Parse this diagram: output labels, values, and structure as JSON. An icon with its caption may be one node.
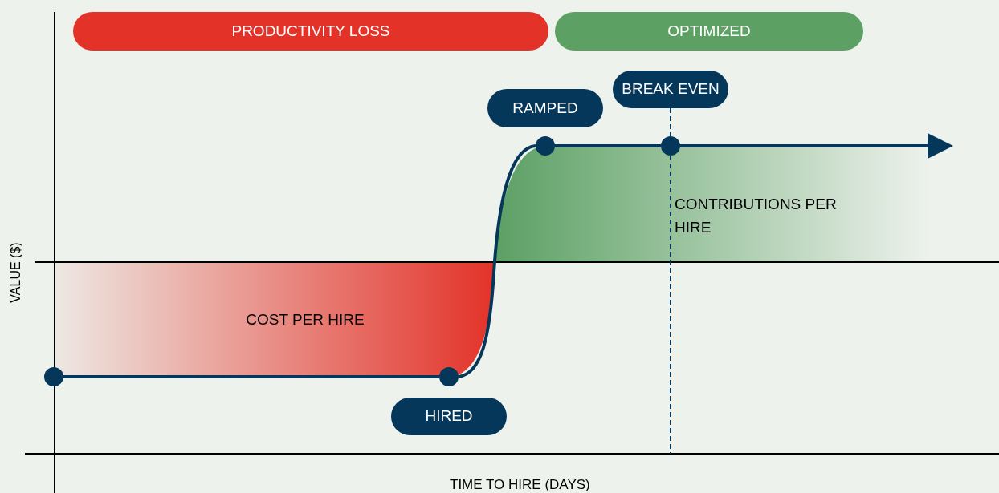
{
  "diagram": {
    "nodes": [
      {
        "text": [
          "PRODUCTIVITY LOSS"
        ]
      },
      {
        "text": [
          "OPTIMIZED"
        ]
      },
      {
        "text": [
          "BREAK EVEN"
        ]
      },
      {
        "text": [
          "RAMPED"
        ]
      },
      {
        "text": [
          "HIRED"
        ]
      },
      {
        "text": [],
        "shape": "circle"
      },
      {
        "text": [],
        "shape": "circle"
      },
      {
        "text": [],
        "shape": "circle"
      },
      {
        "text": [],
        "shape": "circle"
      }
    ],
    "edges": [
      {
        "from": 5,
        "to": 6,
        "arrow": "none"
      },
      {
        "from": 6,
        "to": 7,
        "arrow": "none"
      },
      {
        "from": 7,
        "to": 8,
        "arrow": "none"
      },
      {
        "from": 8,
        "to": null,
        "arrow": "to"
      },
      {
        "from": 2,
        "to": 8,
        "arrow": "none",
        "style": "dashed"
      },
      {
        "from": 8,
        "to": null,
        "arrow": "none",
        "style": "dashed"
      }
    ],
    "labels": [
      "COST PER HIRE",
      "CONTRIBUTIONS PER HIRE",
      "VALUE ($)",
      "TIME TO HIRE (DAYS)"
    ]
  }
}
